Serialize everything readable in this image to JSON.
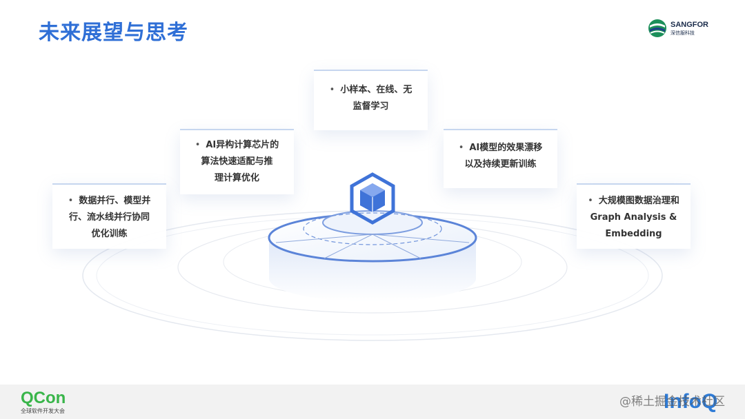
{
  "title": "未来展望与思考",
  "logo": {
    "brand": "SANGFOR",
    "subtitle": "深信服科技"
  },
  "cards": [
    {
      "lines": [
        "数据并行、模型并",
        "行、流水线并行协同",
        "优化训练"
      ]
    },
    {
      "lines": [
        "AI异构计算芯片的",
        "算法快速适配与推",
        "理计算优化"
      ]
    },
    {
      "lines": [
        "小样本、在线、无",
        "监督学习"
      ]
    },
    {
      "lines": [
        "AI模型的效果漂移",
        "以及持续更新训练"
      ]
    },
    {
      "lines": [
        "大规模图数据治理和",
        "Graph Analysis &",
        "Embedding"
      ]
    }
  ],
  "footer": {
    "qcon": "QCon",
    "qcon_sub": "全球软件开发大会",
    "infoq": "InfoQ",
    "watermark": "@稀土掘金技术社区"
  },
  "colors": {
    "accent": "#2f6fd6",
    "qcon_green": "#39b54a",
    "infoq_blue": "#2e7bd6"
  }
}
